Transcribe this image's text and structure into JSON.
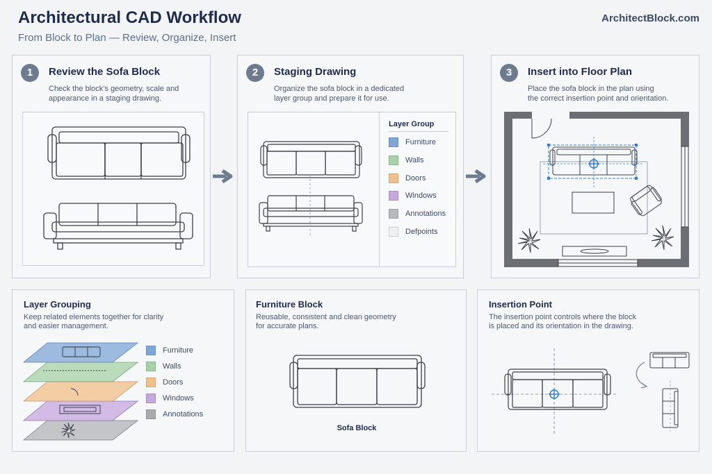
{
  "header": {
    "title": "Architectural CAD Workflow",
    "subtitle": "From Block to Plan — Review, Organize, Insert",
    "brand": "ArchitectBlock.com"
  },
  "steps": [
    {
      "number": "1",
      "title": "Review the Sofa Block",
      "desc_line1": "Check the block’s geometry, scale and",
      "desc_line2": "appearance in a staging drawing."
    },
    {
      "number": "2",
      "title": "Staging Drawing",
      "desc_line1": "Organize the sofa block in a dedicated",
      "desc_line2": "layer group and prepare it for use."
    },
    {
      "number": "3",
      "title": "Insert into Floor Plan",
      "desc_line1": "Place the sofa block in the plan using",
      "desc_line2": "the correct insertion point and orientation."
    }
  ],
  "layer_group": {
    "title": "Layer Group",
    "items": [
      {
        "label": "Furniture",
        "color": "#7ea7d6"
      },
      {
        "label": "Walls",
        "color": "#a6d2a8"
      },
      {
        "label": "Doors",
        "color": "#f2c08a"
      },
      {
        "label": "Windows",
        "color": "#c6a8e0"
      },
      {
        "label": "Annotations",
        "color": "#b7b9bc"
      },
      {
        "label": "Defpoints",
        "color": "#f0f1f2"
      }
    ]
  },
  "bottom": {
    "grouping": {
      "title": "Layer Grouping",
      "desc_line1": "Keep related elements together for clarity",
      "desc_line2": "and easier management."
    },
    "block": {
      "title": "Furniture Block",
      "desc_line1": "Reusable, consistent and clean geometry",
      "desc_line2": "for accurate plans.",
      "caption": "Sofa Block"
    },
    "insertion": {
      "title": "Insertion Point",
      "desc_line1": "The insertion point controls where the block",
      "desc_line2": "is placed and its orientation in the drawing."
    }
  },
  "grouping_legend": [
    {
      "label": "Furniture",
      "color": "#7ea7d6"
    },
    {
      "label": "Walls",
      "color": "#a6d2a8"
    },
    {
      "label": "Doors",
      "color": "#f2c08a"
    },
    {
      "label": "Windows",
      "color": "#c6a8e0"
    },
    {
      "label": "Annotations",
      "color": "#a9abae"
    }
  ],
  "colors": {
    "accent": "#1e2b4d",
    "arrow": "#6e7a8e",
    "insertion_marker": "#2f7fd6",
    "wall": "#6b6f74"
  }
}
